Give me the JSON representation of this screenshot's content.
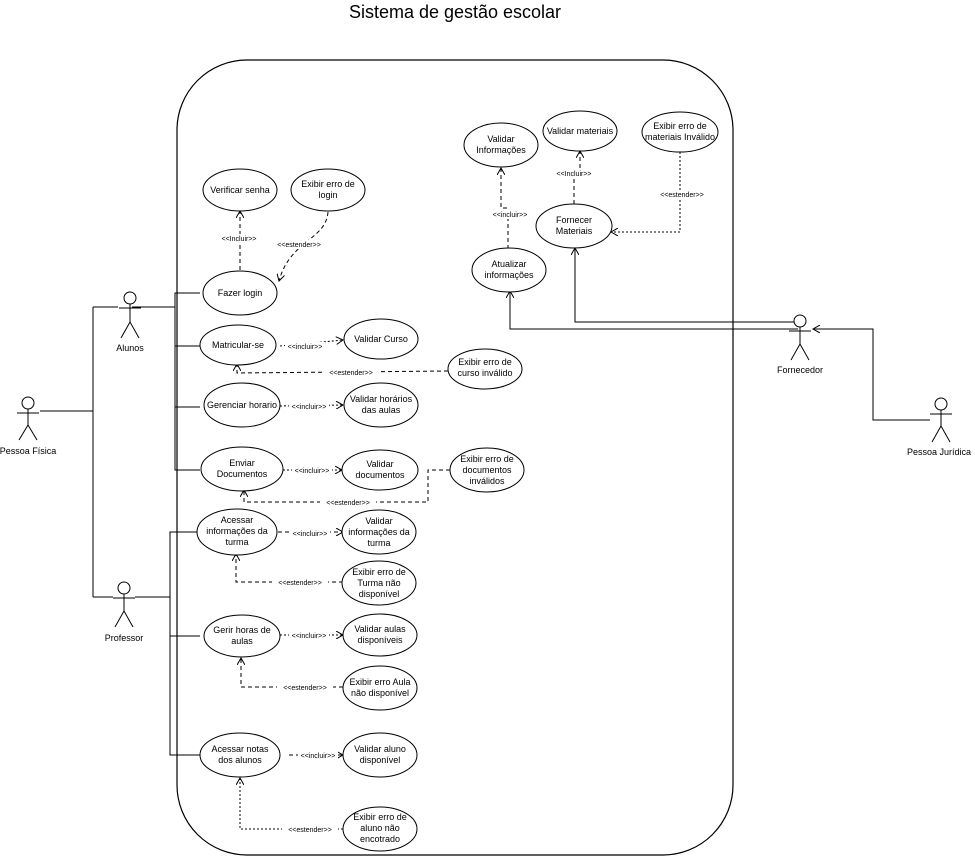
{
  "title": "Sistema de gestão escolar",
  "actors": {
    "pessoa_fisica": "Pessoa Física",
    "alunos": "Alunos",
    "professor": "Professor",
    "fornecedor": "Fornecedor",
    "pessoa_juridica": "Pessoa Jurídica"
  },
  "use_cases": {
    "verificar_senha": [
      "Verificar senha"
    ],
    "erro_login": [
      "Exibir erro de",
      "login"
    ],
    "fazer_login": [
      "Fazer login"
    ],
    "matricular": [
      "Matricular-se"
    ],
    "validar_curso": [
      "Validar Curso"
    ],
    "erro_curso": [
      "Exibir erro de",
      "curso inválido"
    ],
    "gerenciar_horario": [
      "Gerenciar horario"
    ],
    "validar_horarios": [
      "Validar horários",
      "das aulas"
    ],
    "enviar_documentos": [
      "Enviar",
      "Documentos"
    ],
    "validar_documentos": [
      "Validar",
      "documentos"
    ],
    "erro_documentos": [
      "Exibir erro de",
      "documentos",
      "inválidos"
    ],
    "acessar_turma": [
      "Acessar",
      "informações da",
      "turma"
    ],
    "validar_turma": [
      "Validar",
      "informações da",
      "turma"
    ],
    "erro_turma": [
      "Exibir erro de",
      "Turma não",
      "disponível"
    ],
    "gerir_horas": [
      "Gerir horas de",
      "aulas"
    ],
    "validar_aulas": [
      "Validar aulas",
      "disponíveis"
    ],
    "erro_aula": [
      "Exibir erro Aula",
      "não disponível"
    ],
    "acessar_notas": [
      "Acessar notas",
      "dos alunos"
    ],
    "validar_aluno": [
      "Validar aluno",
      "disponível"
    ],
    "erro_aluno": [
      "Exibir erro de",
      "aluno não",
      "encotrado"
    ],
    "validar_info": [
      "Validar",
      "Informações"
    ],
    "validar_materiais": [
      "Validar materiais"
    ],
    "erro_materiais": [
      "Exibir erro de",
      "materiais Inválido"
    ],
    "fornecer_materiais": [
      "Fornecer",
      "Materiais"
    ],
    "atualizar_info": [
      "Atualizar",
      "informações"
    ]
  },
  "relations": {
    "login_incluir": "<<Incluir>>",
    "login_estender": "<<estender>>",
    "matricular_incluir": "<<incluir>>",
    "matricular_estender": "<<estender>>",
    "horario_incluir": "<<incluir>>",
    "documentos_incluir": "<<incluir>>",
    "documentos_estender": "<<estender>>",
    "turma_incluir": "<<incluir>>",
    "turma_estender": "<<estender>>",
    "horas_incluir": "<<incluir>>",
    "horas_estender": "<<estender>>",
    "notas_incluir": "<<incluir>>",
    "notas_estender": "<<estender>>",
    "atualizar_incluir": "<<incluir>>",
    "materiais_incluir": "<<Incluir>>",
    "materiais_estender": "<<estender>>"
  }
}
